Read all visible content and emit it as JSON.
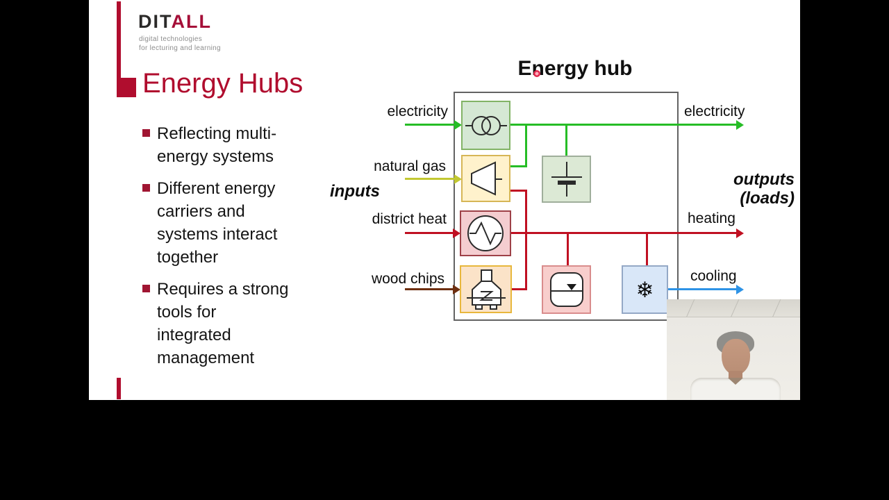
{
  "brand": {
    "name_dark": "DIT",
    "name_red": "ALL",
    "tagline": "digital technologies\nfor lecturing and learning"
  },
  "slide": {
    "title": "Energy Hubs",
    "bullets": [
      "Reflecting multi-\nenergy systems",
      "Different energy\ncarriers and\nsystems interact\ntogether",
      "Requires a strong\ntools for\nintegrated\nmanagement"
    ]
  },
  "diagram": {
    "title": "Energy hub",
    "inputs_caption": "inputs",
    "outputs_caption": "outputs\n(loads)",
    "snowflake_glyph": "❄",
    "inputs": [
      {
        "label": "electricity",
        "color": "#26bd26"
      },
      {
        "label": "natural gas",
        "color": "#c2c832"
      },
      {
        "label": "district heat",
        "color": "#c01022"
      },
      {
        "label": "wood chips",
        "color": "#6e2f10"
      }
    ],
    "outputs": [
      {
        "label": "electricity",
        "color": "#26bd26"
      },
      {
        "label": "heating",
        "color": "#c01022"
      },
      {
        "label": "cooling",
        "color": "#2e93e6"
      }
    ],
    "internal_line_colors": {
      "electricity": "#26bd26",
      "heat": "#c01022"
    },
    "hub_border_color": "#636363",
    "components": [
      {
        "name": "transformer",
        "fill": "#d5e8d4",
        "stroke": "#82b366"
      },
      {
        "name": "gas-turbine",
        "fill": "#fff2cc",
        "stroke": "#d6b656"
      },
      {
        "name": "battery-storage",
        "fill": "#dce9d5",
        "stroke": "#9fae9b"
      },
      {
        "name": "heat-exchanger",
        "fill": "#f4cdd0",
        "stroke": "#9e4148"
      },
      {
        "name": "wood-furnace",
        "fill": "#fbe3c8",
        "stroke": "#e8b73c"
      },
      {
        "name": "thermal-storage",
        "fill": "#f8cecc",
        "stroke": "#d98c8c"
      },
      {
        "name": "chiller",
        "fill": "#d9e7f8",
        "stroke": "#94a8c6"
      }
    ]
  },
  "accent": {
    "slide_red": "#b00d2e",
    "bullet_red": "#a01532",
    "logo_dark": "#2b2a29",
    "logo_red": "#a50f38",
    "tagline_gray": "#8d8d8d",
    "laser_pointer": "#e0244a"
  }
}
